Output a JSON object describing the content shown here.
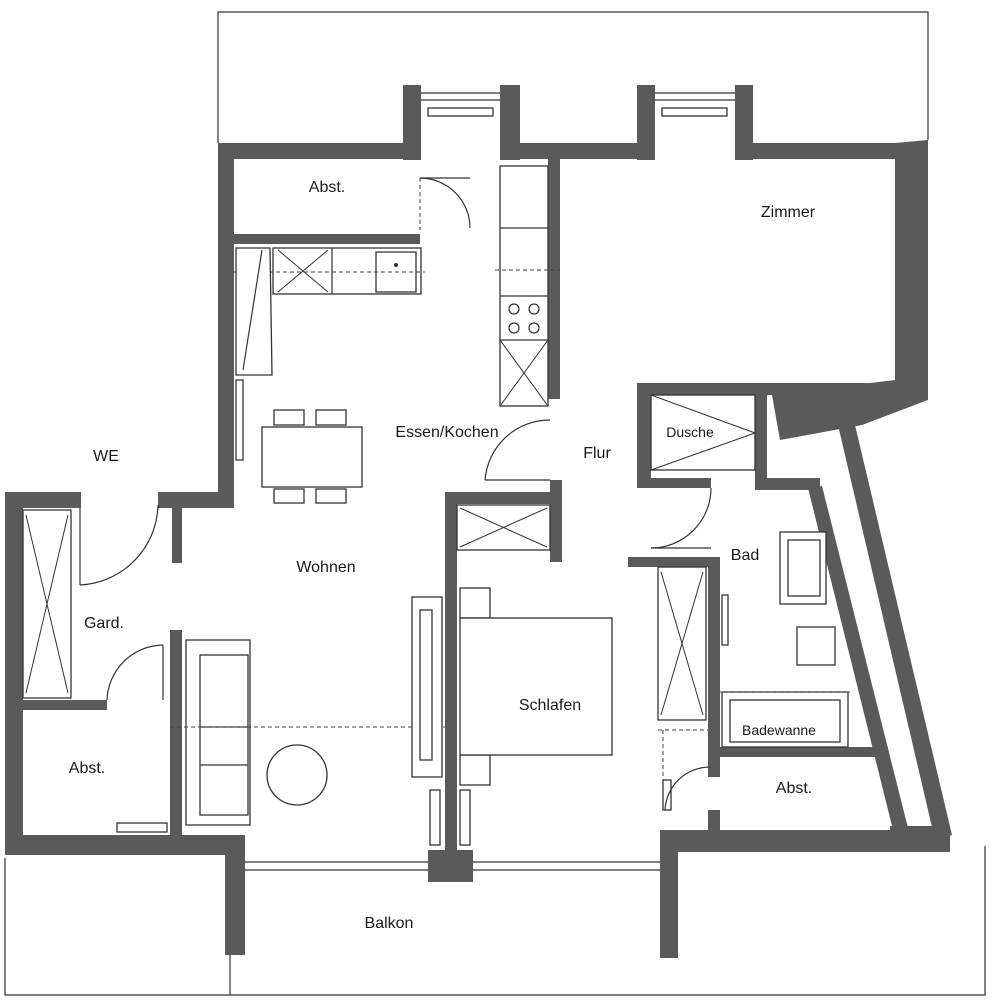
{
  "rooms": {
    "abst_top": "Abst.",
    "zimmer": "Zimmer",
    "we": "WE",
    "essen_kochen": "Essen/Kochen",
    "flur": "Flur",
    "dusche": "Dusche",
    "bad": "Bad",
    "wohnen": "Wohnen",
    "gard": "Gard.",
    "schlafen": "Schlafen",
    "badewanne": "Badewanne",
    "abst_left": "Abst.",
    "abst_right": "Abst.",
    "balkon": "Balkon"
  },
  "colors": {
    "wall": "#5a5a5a",
    "line": "#333333",
    "background": "#ffffff"
  }
}
